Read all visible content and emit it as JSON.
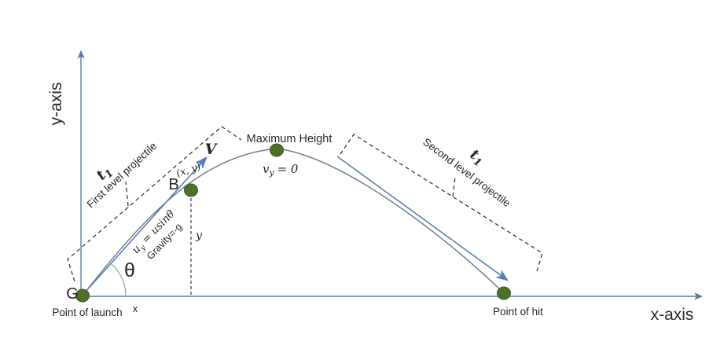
{
  "colors": {
    "axis": "#5b7d9c",
    "arrow": "#5a7fb8",
    "curve": "#757f88",
    "dot": "#4d6f2a",
    "dot_edge": "#3c5a20",
    "dash": "#2b2b2b",
    "text": "#262626",
    "arc": "#8b9aa6"
  },
  "axes": {
    "x": "x-axis",
    "y": "y-axis"
  },
  "launch": {
    "point_label": "G",
    "caption": "Point of launch",
    "angle": "θ",
    "x_distance": "x"
  },
  "ascent": {
    "time_var": "t",
    "time_sub": "1",
    "phase_label": "First level projectile",
    "velocity_label": "V",
    "point_label": "B",
    "point_coords": "(x, y)",
    "uy_var": "u",
    "uy_sub": "y",
    "uy_eq": "= usinθ",
    "gravity": "Gravity=-g",
    "y_distance": "y"
  },
  "peak": {
    "label": "Maximum Height",
    "vy_var": "v",
    "vy_sub": "y",
    "vy_eq": "= 0"
  },
  "descent": {
    "time_var": "t",
    "time_sub": "1",
    "phase_label": "Second level projectile",
    "caption": "Point of hit"
  }
}
